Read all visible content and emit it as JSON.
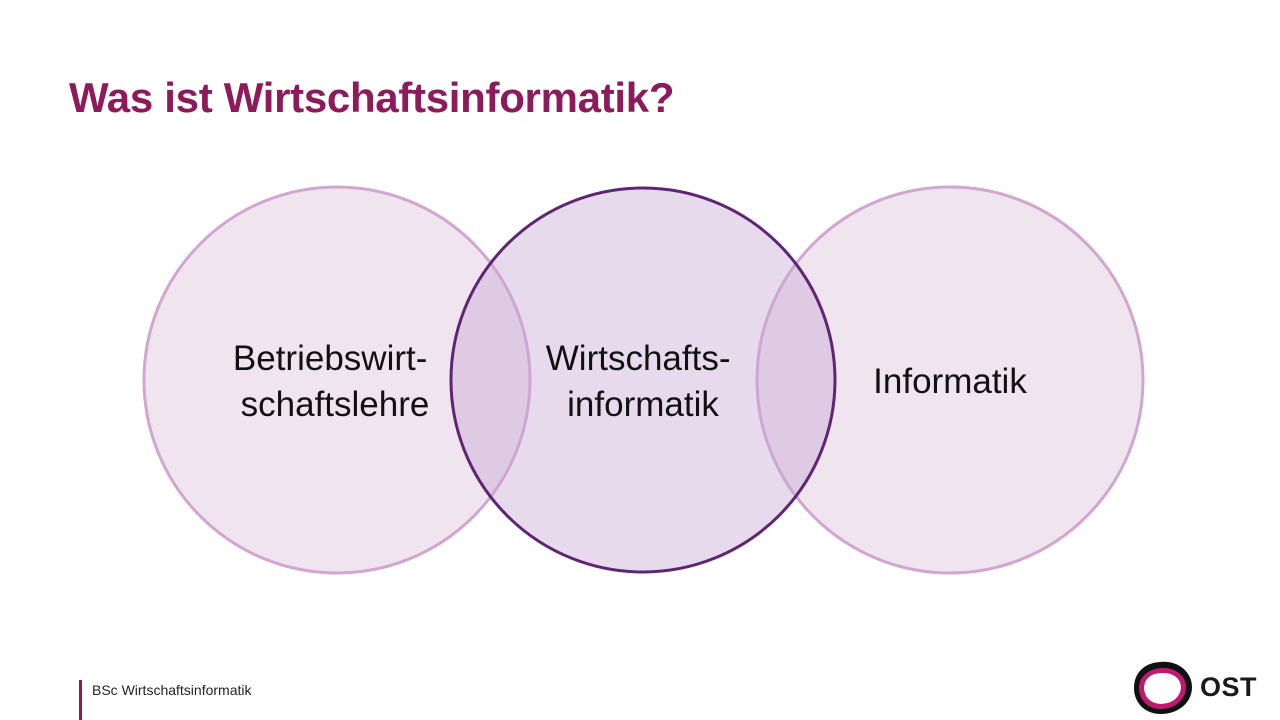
{
  "slide": {
    "title": "Was ist Wirtschaftsinformatik?"
  },
  "diagram": {
    "type": "venn",
    "circles": [
      {
        "id": "left",
        "lines": [
          "Betriebswirt-",
          "schaftslehre"
        ]
      },
      {
        "id": "center",
        "lines": [
          "Wirtschafts-",
          "informatik"
        ]
      },
      {
        "id": "right",
        "lines": [
          "Informatik"
        ]
      }
    ],
    "colors": {
      "outer_fill": "#f0e4ef",
      "outer_stroke": "#d1a6cf",
      "center_fill": "#d6c0de",
      "center_stroke": "#5e2672",
      "title": "#8d1a5a"
    }
  },
  "footer": {
    "label": "BSc Wirtschaftsinformatik",
    "logo_text": "OST"
  }
}
